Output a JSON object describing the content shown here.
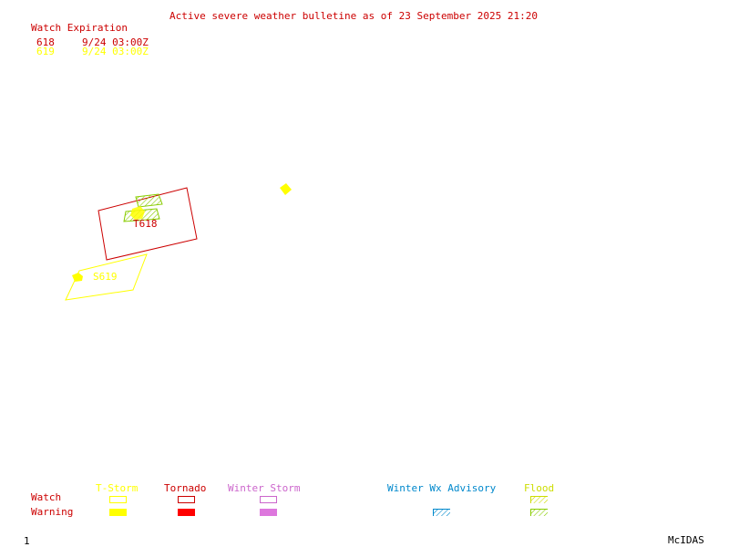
{
  "header": {
    "bulletin_title": "Active severe weather bulletine as of 23 September 2025 21:20"
  },
  "watch_list": {
    "heading": "Watch Expiration",
    "entries": [
      {
        "id": "618",
        "expires": "9/24 03:00Z",
        "color": "#cc0000"
      },
      {
        "id": "619",
        "expires": "9/24 03:00Z",
        "color": "#ffff00"
      }
    ]
  },
  "map": {
    "watch_labels": [
      {
        "text": "T618",
        "color": "#cc0000"
      },
      {
        "text": "S619",
        "color": "#ffff00"
      }
    ]
  },
  "legend": {
    "row_labels": {
      "watch": "Watch",
      "warning": "Warning"
    },
    "categories": {
      "tstorm": {
        "label": "T-Storm",
        "color": "#ffff00"
      },
      "tornado": {
        "label": "Tornado",
        "color": "#cc0000"
      },
      "winter_storm": {
        "label": "Winter Storm",
        "color": "#cc66cc"
      },
      "winter_wx_advisory": {
        "label": "Winter Wx Advisory",
        "color": "#0088cc"
      },
      "flood": {
        "label": "Flood",
        "color": "#ccdd00"
      }
    },
    "colors": {
      "label_red": "#cc0000",
      "tornado_warning_fill": "#ff0000",
      "winter_storm_fill": "#dd77dd",
      "flood_hatch": "#88cc00"
    }
  },
  "footer": {
    "frame_number": "1",
    "app_name": "McIDAS"
  }
}
